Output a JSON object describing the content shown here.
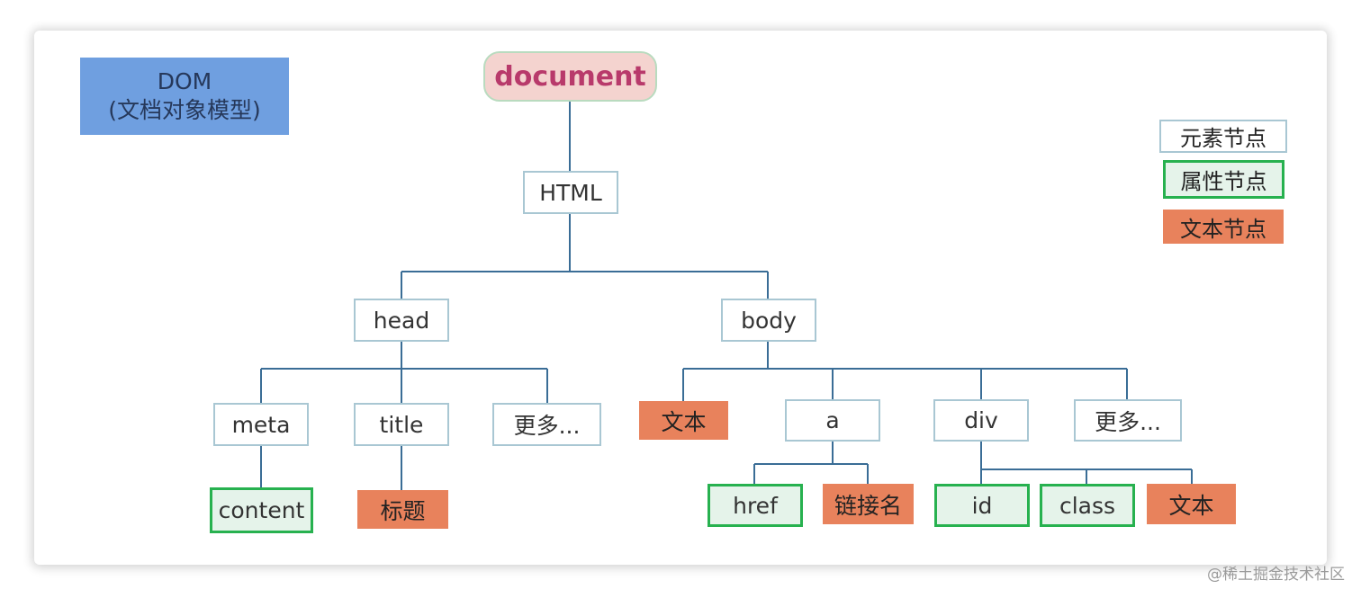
{
  "title_box": {
    "line1": "DOM",
    "line2": "(文档对象模型)"
  },
  "legend": {
    "element": "元素节点",
    "attribute": "属性节点",
    "text": "文本节点"
  },
  "tree": {
    "document": "document",
    "html": "HTML",
    "head": "head",
    "body": "body",
    "meta": "meta",
    "title": "title",
    "head_more": "更多...",
    "body_text": "文本",
    "a": "a",
    "div": "div",
    "body_more": "更多...",
    "content": "content",
    "title_text": "标题",
    "href": "href",
    "link_name": "链接名",
    "id": "id",
    "class": "class",
    "div_text": "文本"
  },
  "colors": {
    "element_border": "#a9c7d3",
    "attribute_fill": "#e5f3ea",
    "attribute_border": "#27b14f",
    "text_fill": "#e8825c",
    "root_fill": "#f4d3cf",
    "root_text": "#b83a6b",
    "title_box_fill": "#6f9fe0",
    "connector": "#3a6d96"
  },
  "watermark": "@稀土掘金技术社区"
}
